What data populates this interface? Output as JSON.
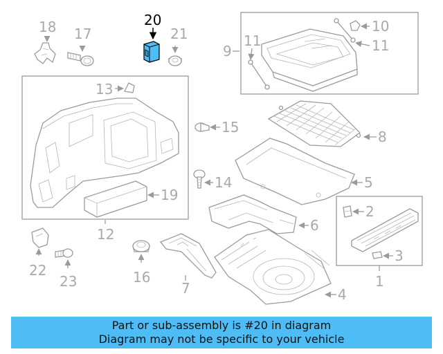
{
  "highlight_part": "20",
  "highlight_color": "#4fbdf5",
  "banner_color": "#4fbdf5",
  "banner": {
    "line1": "Part or sub-assembly is #20 in diagram",
    "line2": "Diagram may not be specific to your vehicle"
  },
  "callouts": {
    "p1": "1",
    "p2": "2",
    "p3": "3",
    "p4": "4",
    "p5": "5",
    "p6": "6",
    "p7": "7",
    "p8": "8",
    "p9": "9",
    "p10": "10",
    "p11a": "11",
    "p11b": "11",
    "p12": "12",
    "p13": "13",
    "p14": "14",
    "p15": "15",
    "p16": "16",
    "p17": "17",
    "p18": "18",
    "p19": "19",
    "p20": "20",
    "p21": "21",
    "p22": "22",
    "p23": "23"
  }
}
